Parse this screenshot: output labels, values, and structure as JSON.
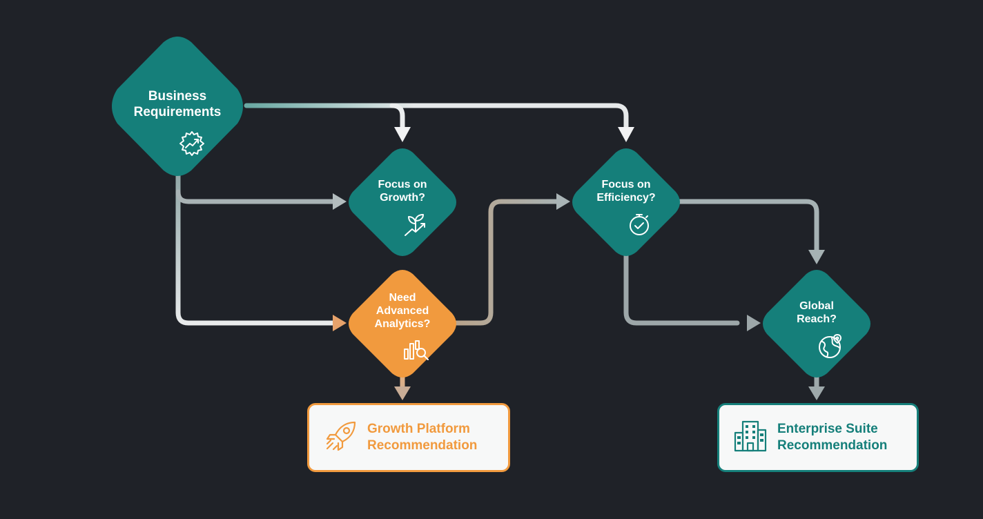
{
  "colors": {
    "background": "#1f2228",
    "teal": "#157f7a",
    "orange": "#f19a3e",
    "connector": "#d8dcdc",
    "connector_dim": "#8f9a9c"
  },
  "nodes": {
    "business_requirements": {
      "label": "Business\nRequirements",
      "icon": "gear-growth-icon"
    },
    "focus_on_growth": {
      "label": "Focus on\nGrowth?",
      "icon": "sprout-growth-icon"
    },
    "need_advanced_analytics": {
      "label": "Need\nAdvanced\nAnalytics?",
      "icon": "chart-search-icon"
    },
    "focus_on_efficiency": {
      "label": "Focus on\nEfficiency?",
      "icon": "stopwatch-check-icon"
    },
    "global_reach": {
      "label": "Global\nReach?",
      "icon": "globe-pin-icon"
    }
  },
  "results": {
    "growth_platform": {
      "label": "Growth Platform\nRecommendation",
      "icon": "rocket-icon"
    },
    "enterprise_suite": {
      "label": "Enterprise Suite\nRecommendation",
      "icon": "building-icon"
    }
  }
}
